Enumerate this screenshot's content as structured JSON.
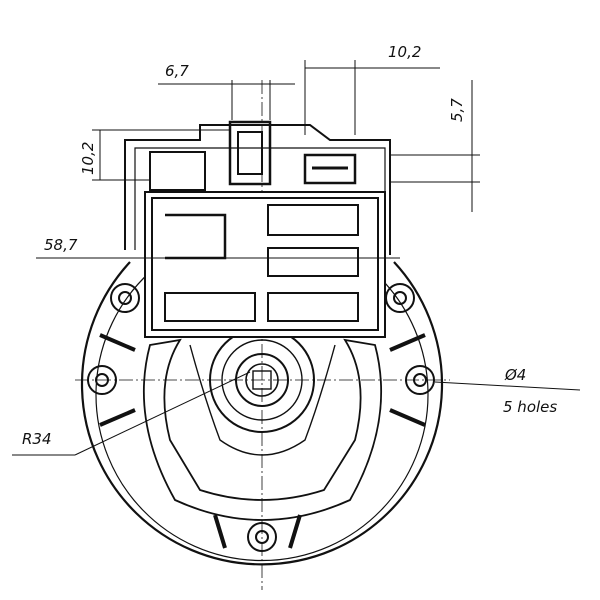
{
  "dimensions": {
    "top_width": "6,7",
    "top_right_offset": "10,2",
    "right_height": "5,7",
    "left_height": "10,2",
    "housing_line": "58,7",
    "radius": "R34",
    "hole_diameter": "Ø4",
    "hole_count": "5 holes"
  },
  "colors": {
    "line": "#111111",
    "background": "#ffffff"
  }
}
